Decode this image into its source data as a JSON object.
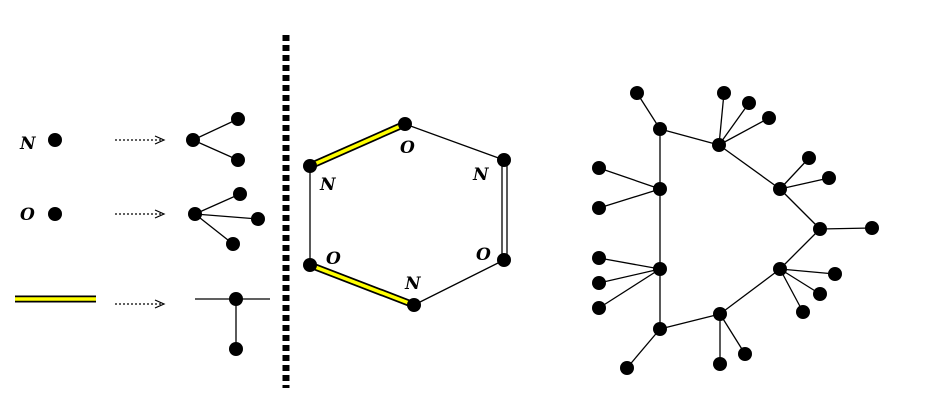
{
  "legend": {
    "n_label": "N",
    "o_label": "O"
  },
  "hexagon": {
    "labels": [
      "O",
      "N",
      "N",
      "O",
      "O",
      "N"
    ]
  },
  "colors": {
    "ink": "#000000",
    "highlight": "#ffff00",
    "background": "#ffffff"
  }
}
